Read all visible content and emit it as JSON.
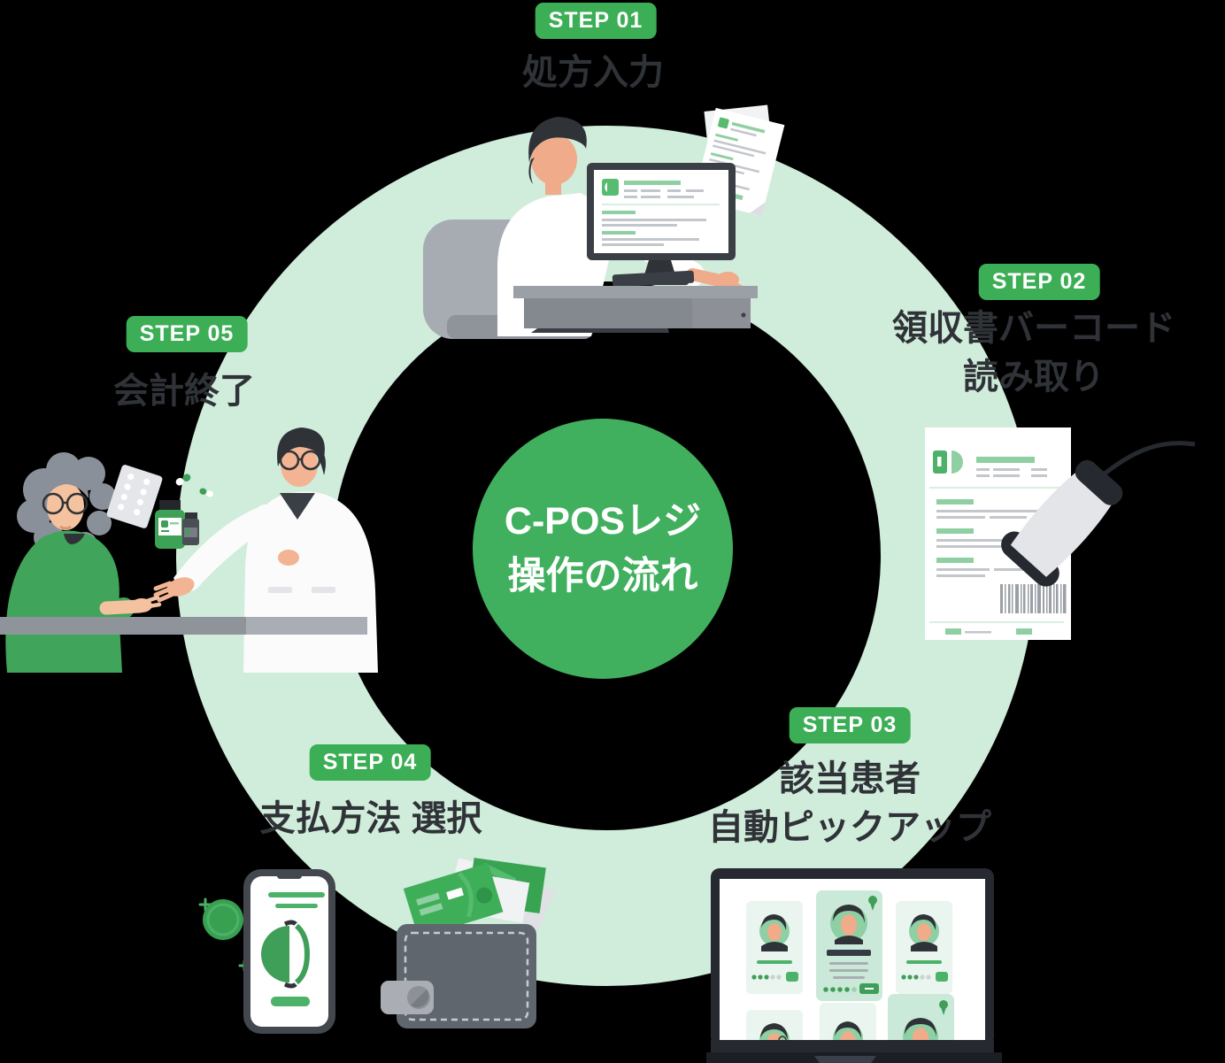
{
  "title": {
    "lines": [
      "C-POSレジ",
      "操作の流れ"
    ]
  },
  "steps": {
    "step1": {
      "badge": "STEP 01",
      "lines": [
        "処方入力"
      ]
    },
    "step2": {
      "badge": "STEP 02",
      "lines": [
        "領収書バーコード",
        "読み取り"
      ]
    },
    "step3": {
      "badge": "STEP 03",
      "lines": [
        "該当患者",
        "自動ピックアップ"
      ]
    },
    "step4": {
      "badge": "STEP 04",
      "lines": [
        "支払方法 選択"
      ]
    },
    "step5": {
      "badge": "STEP 05",
      "lines": [
        "会計終了"
      ]
    }
  },
  "illustrations": {
    "step1": "pharmacist-entering-prescription-at-computer",
    "step2": "receipt-with-barcode-scanner",
    "step3": "monitor-with-patient-cards-auto-pickup",
    "step4": "smartphone-payment-coin-and-wallet-with-cash",
    "step5": "pharmacist-handing-medicine-to-elderly-patient"
  },
  "colors": {
    "accent_green": "#3cae56",
    "center_circle_green": "#41b05e",
    "ring_light_green": "#d0ecda",
    "illustration_green": "#3f9e58",
    "text_dark": "#2f3237",
    "badge_text": "#ffffff",
    "gray_ui": "#9aa0a6"
  }
}
